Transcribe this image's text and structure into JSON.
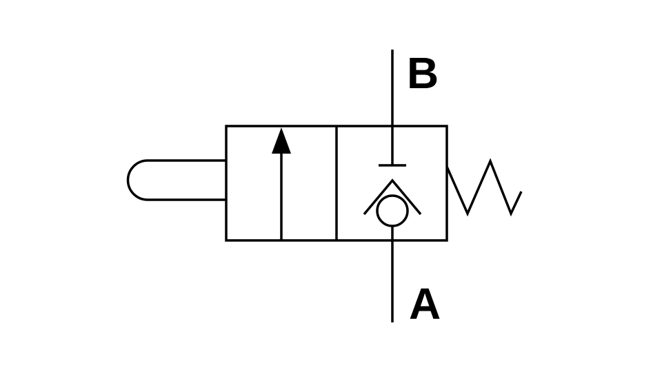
{
  "diagram": {
    "ports": {
      "b_label": "B",
      "a_label": "A"
    },
    "symbols": {
      "actuator": "push-button-actuator",
      "flow_arrow": "flow-arrow-up",
      "check_valve": "check-valve",
      "return_spring": "spring-return"
    },
    "colors": {
      "line": "#000000",
      "background": "#ffffff"
    }
  }
}
